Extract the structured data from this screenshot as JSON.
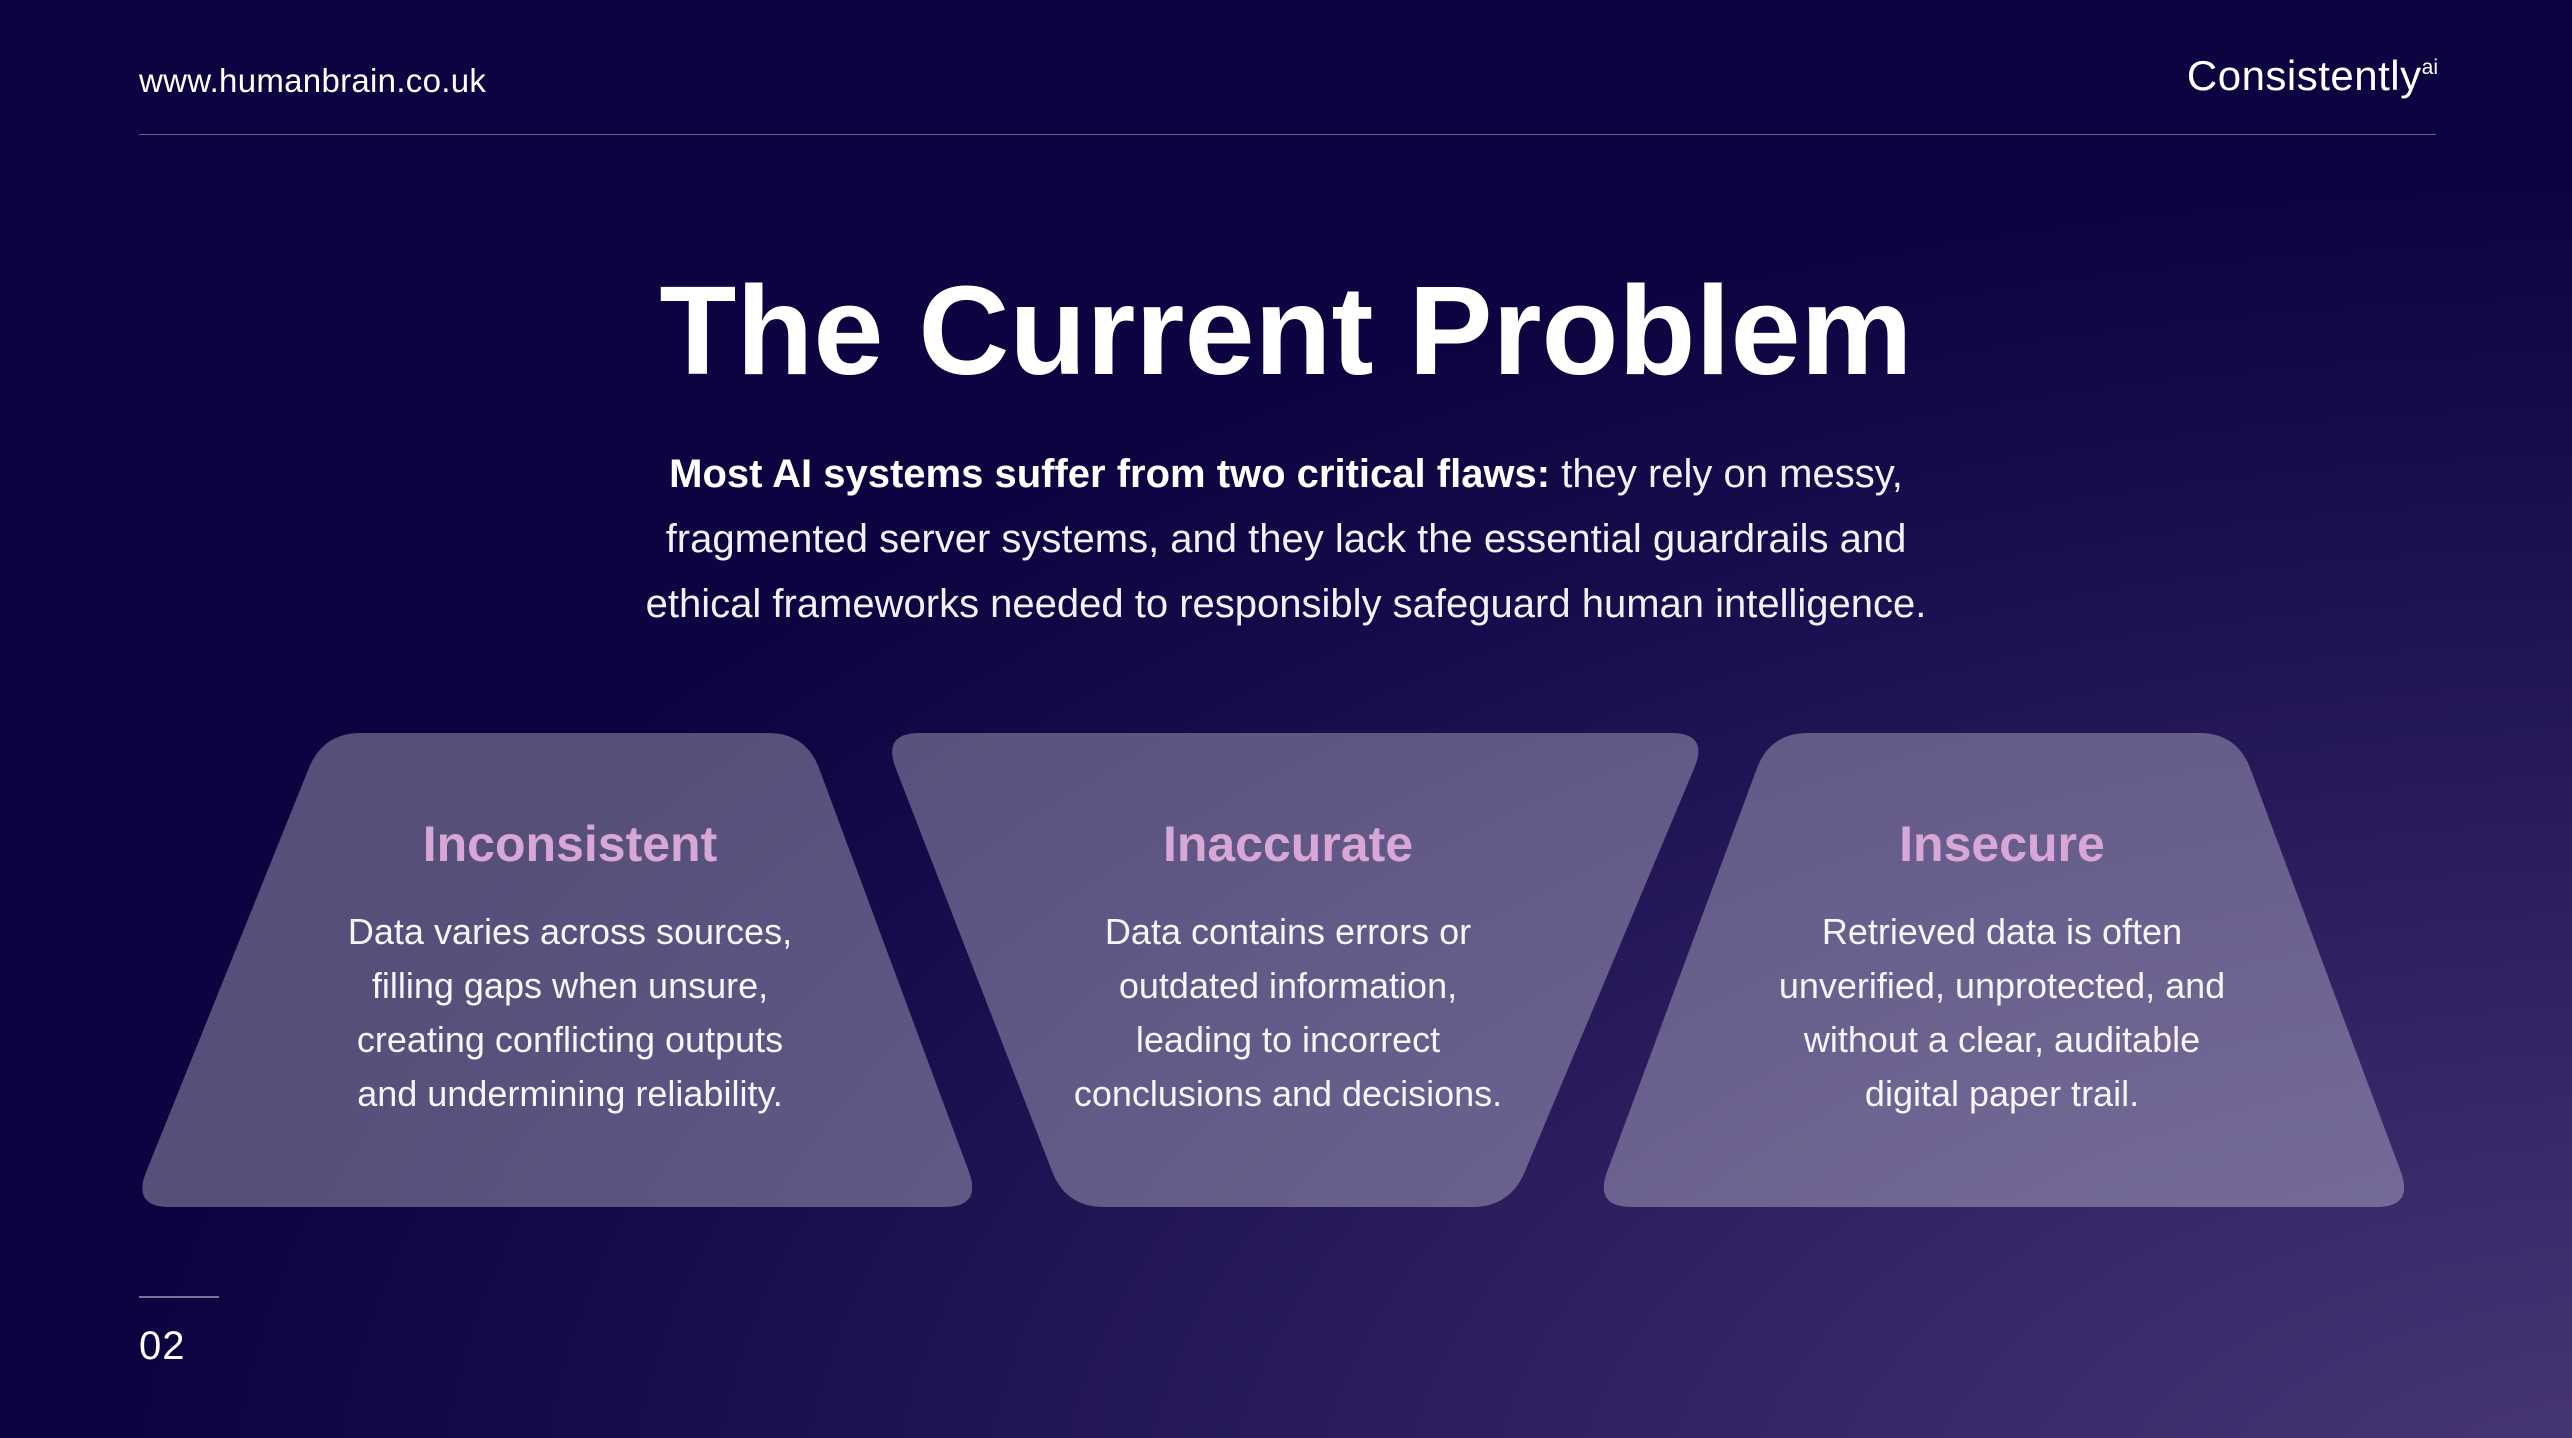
{
  "header": {
    "site_url": "www.humanbrain.co.uk",
    "brand": {
      "name": "Consistently",
      "superscript": "ai"
    }
  },
  "hero": {
    "title": "The Current Problem",
    "intro_bold": "Most AI systems suffer from two critical flaws:",
    "intro_line1_rest": " they rely on messy,",
    "intro_line2": "fragmented server systems, and they lack the essential guardrails and",
    "intro_line3": "ethical frameworks needed to responsibly safeguard human intelligence."
  },
  "cards": [
    {
      "title": "Inconsistent",
      "lines": [
        "Data varies across sources,",
        "filling gaps when unsure,",
        "creating conflicting outputs",
        "and undermining reliability."
      ]
    },
    {
      "title": "Inaccurate",
      "lines": [
        "Data contains errors or",
        "outdated information,",
        "leading to incorrect",
        "conclusions and decisions."
      ]
    },
    {
      "title": "Insecure",
      "lines": [
        "Retrieved data is often",
        "unverified, unprotected, and",
        "without a clear, auditable",
        "digital paper trail."
      ]
    }
  ],
  "footer": {
    "page_number": "02"
  },
  "colors": {
    "background_dark": "#0c0340",
    "background_glow": "#4a3975",
    "card_fill": "rgba(255,255,255,0.30)",
    "card_title_pink": "#d8a7d5",
    "body_text": "#f7f4fb",
    "header_rule": "rgba(255,255,255,0.38)"
  }
}
